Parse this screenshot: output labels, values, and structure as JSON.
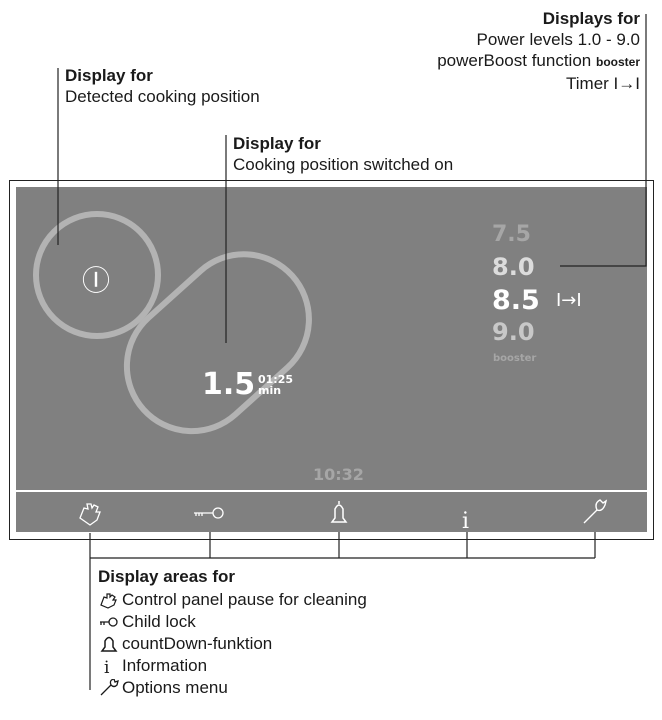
{
  "callouts": {
    "detected": {
      "title": "Display for",
      "text": "Detected cooking position"
    },
    "switched_on": {
      "title": "Display for",
      "text": "Cooking position switched on"
    },
    "displays": {
      "title": "Displays for",
      "line1": "Power levels 1.0 - 9.0",
      "line2": "powerBoost function",
      "line2_bold": "booster",
      "line3": "Timer",
      "line3_symbol": "I→I"
    }
  },
  "screen": {
    "colors": {
      "bg": "#808080",
      "ring": "#b3b3b3",
      "dim_text": "#a6a6a6",
      "bright_text": "#ffffff"
    },
    "detected_symbol": "Ⓘ",
    "zone_value": "1.5",
    "zone_timer": "01:25",
    "zone_timer_unit": "min",
    "power_levels": [
      "7.5",
      "8.0",
      "8.5",
      "9.0"
    ],
    "active_level": "8.5",
    "timer_symbol": "I→I",
    "booster_label": "booster",
    "clock": "10:32"
  },
  "bottom_bar": {
    "icons": [
      "hand-cleaning-icon",
      "key-icon",
      "bell-icon",
      "info-icon",
      "wrench-icon"
    ]
  },
  "legend": {
    "title": "Display areas for",
    "items": [
      {
        "icon": "hand-cleaning-icon",
        "label": "Control panel pause for cleaning"
      },
      {
        "icon": "key-icon",
        "label": "Child lock"
      },
      {
        "icon": "bell-icon",
        "label": "countDown-funktion"
      },
      {
        "icon": "info-icon",
        "label": "Information"
      },
      {
        "icon": "wrench-icon",
        "label": "Options menu"
      }
    ]
  }
}
